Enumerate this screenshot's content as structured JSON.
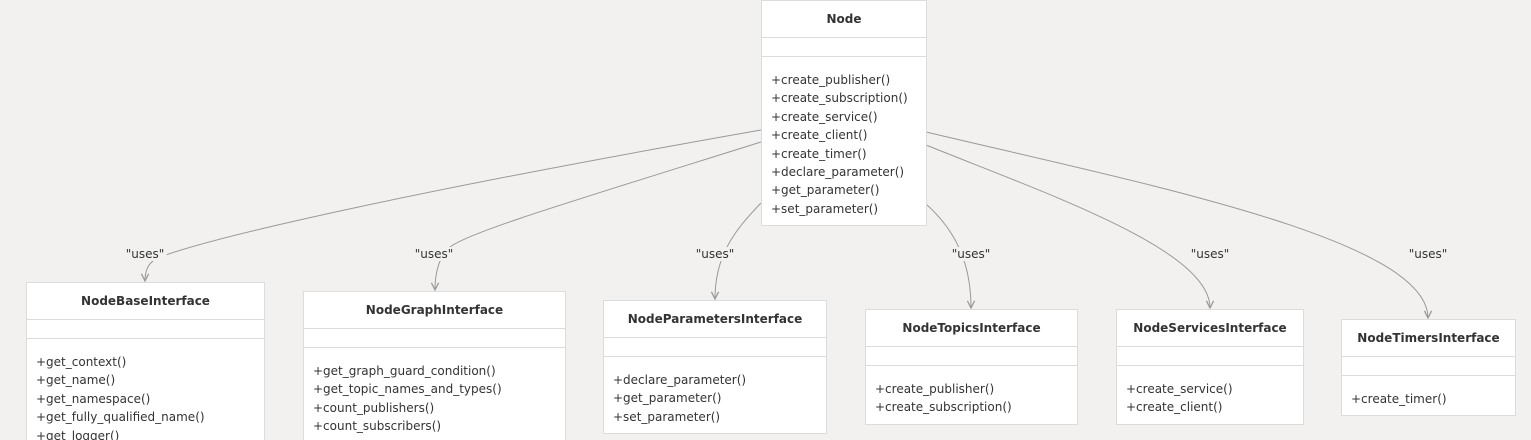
{
  "diagram": {
    "edge_label": "\"uses\"",
    "classes": [
      {
        "id": "node",
        "name": "Node",
        "methods": [
          "+create_publisher()",
          "+create_subscription()",
          "+create_service()",
          "+create_client()",
          "+create_timer()",
          "+declare_parameter()",
          "+get_parameter()",
          "+set_parameter()"
        ]
      },
      {
        "id": "base",
        "name": "NodeBaseInterface",
        "methods": [
          "+get_context()",
          "+get_name()",
          "+get_namespace()",
          "+get_fully_qualified_name()",
          "+get_logger()"
        ]
      },
      {
        "id": "graph",
        "name": "NodeGraphInterface",
        "methods": [
          "+get_graph_guard_condition()",
          "+get_topic_names_and_types()",
          "+count_publishers()",
          "+count_subscribers()"
        ]
      },
      {
        "id": "params",
        "name": "NodeParametersInterface",
        "methods": [
          "+declare_parameter()",
          "+get_parameter()",
          "+set_parameter()"
        ]
      },
      {
        "id": "topics",
        "name": "NodeTopicsInterface",
        "methods": [
          "+create_publisher()",
          "+create_subscription()"
        ]
      },
      {
        "id": "services",
        "name": "NodeServicesInterface",
        "methods": [
          "+create_service()",
          "+create_client()"
        ]
      },
      {
        "id": "timers",
        "name": "NodeTimersInterface",
        "methods": [
          "+create_timer()"
        ]
      }
    ],
    "relations": [
      {
        "from": "node",
        "to": "base",
        "label": "\"uses\""
      },
      {
        "from": "node",
        "to": "graph",
        "label": "\"uses\""
      },
      {
        "from": "node",
        "to": "params",
        "label": "\"uses\""
      },
      {
        "from": "node",
        "to": "topics",
        "label": "\"uses\""
      },
      {
        "from": "node",
        "to": "services",
        "label": "\"uses\""
      },
      {
        "from": "node",
        "to": "timers",
        "label": "\"uses\""
      }
    ]
  }
}
